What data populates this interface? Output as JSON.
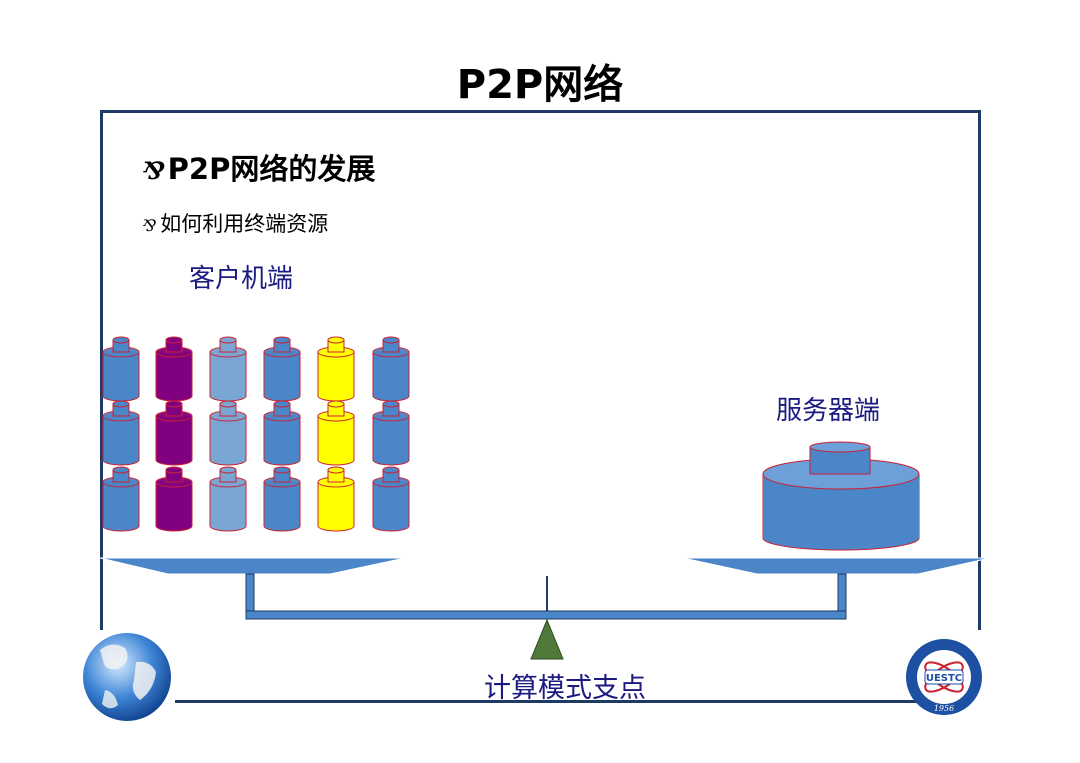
{
  "title": "P2P网络",
  "bullets": {
    "main": "P2P网络的发展",
    "sub": "如何利用终端资源"
  },
  "labels": {
    "client": "客户机端",
    "server": "服务器端",
    "fulcrum": "计算模式支点"
  },
  "logo": {
    "text": "UESTC",
    "year": "1956"
  },
  "colors": {
    "frame": "#1f3a66",
    "label_text": "#1a1a80",
    "client_column_fills": [
      "#4a86c8",
      "#800080",
      "#7aa6d4",
      "#4a86c8",
      "#ffff00",
      "#4a86c8"
    ],
    "server_fill": "#4a86c8",
    "balance_bar": "#4a86c8",
    "fulcrum": "#4f7a3a"
  },
  "icons": {
    "bullet": "bullet-glyph-icon",
    "globe": "globe-icon",
    "university_seal": "uestc-seal-icon"
  }
}
